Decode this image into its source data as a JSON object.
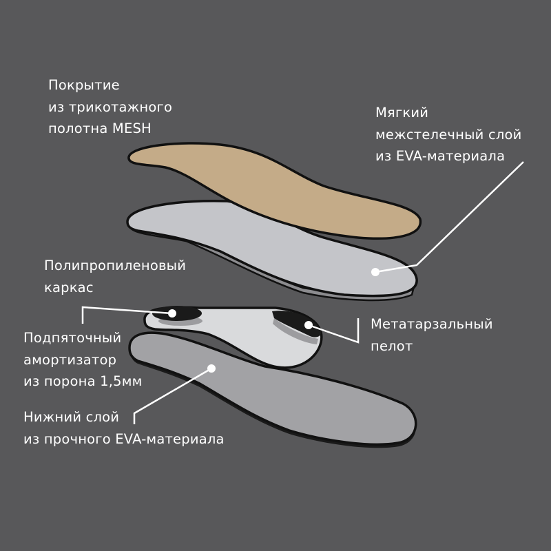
{
  "labels": {
    "mesh": [
      "Покрытие",
      "из трикотажного",
      "полотна MESH"
    ],
    "soft_eva": [
      "Мягкий",
      "межстелечный слой",
      "из EVA-материала"
    ],
    "frame": [
      "Полипропиленовый",
      "каркас"
    ],
    "heel": [
      "Подпяточный",
      "амортизатор",
      "из порона 1,5мм"
    ],
    "metatarsal": [
      "Метатарзальный",
      "пелот"
    ],
    "bottom": [
      "Нижний слой",
      "из прочного EVA-материала"
    ]
  },
  "colors": {
    "background": "#58585a",
    "mesh_layer": "#c4ab88",
    "soft_eva_layer": "#c4c5c9",
    "frame_layer": "#d9dadc",
    "bottom_layer": "#a2a2a5",
    "outline": "#111111",
    "leader": "#ffffff"
  }
}
